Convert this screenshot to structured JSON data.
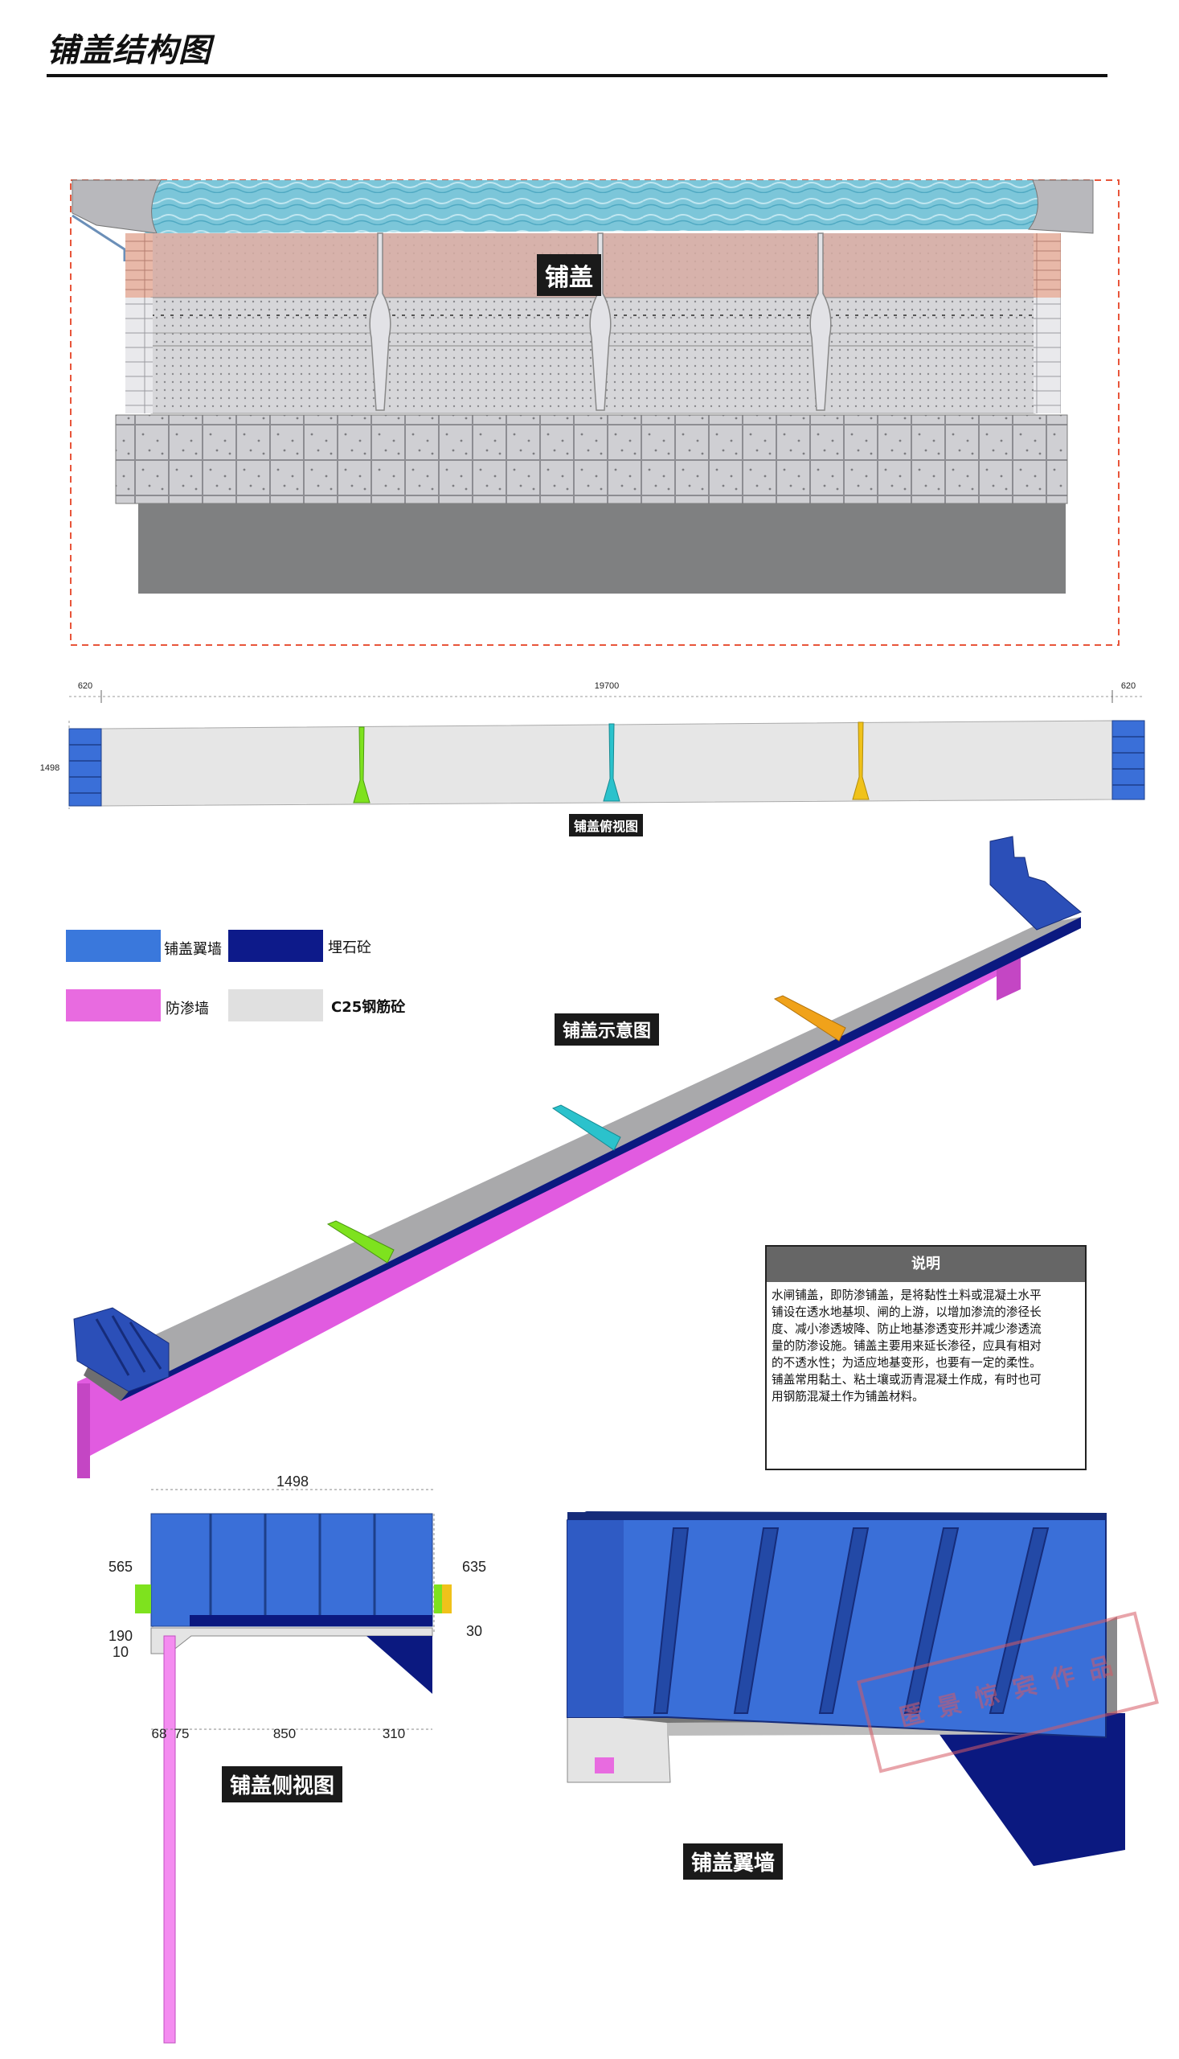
{
  "page": {
    "title": "铺盖结构图"
  },
  "elevation": {
    "label": "铺盖"
  },
  "plan": {
    "caption": "铺盖俯视图",
    "dims": {
      "left": "620",
      "middle": "19700",
      "right": "620",
      "height": "1498"
    }
  },
  "legend": [
    {
      "label": "铺盖翼墙",
      "color": "#3a78dc"
    },
    {
      "label": "埋石砼",
      "color": "#0d1a8a"
    },
    {
      "label": "防渗墙",
      "color": "#e86be0"
    },
    {
      "label": "C25钢筋砼",
      "color": "#e0e0e0"
    }
  ],
  "iso": {
    "caption": "铺盖示意图"
  },
  "note": {
    "title": "说明",
    "lines": [
      "水闸铺盖，即防渗铺盖，是将黏性土料或混凝土水平",
      "铺设在透水地基坝、闸的上游，以增加渗流的渗径长",
      "度、减小渗透坡降、防止地基渗透变形并减少渗透流",
      "量的防渗设施。铺盖主要用来延长渗径，应具有相对",
      "的不透水性；为适应地基变形，也要有一定的柔性。",
      "铺盖常用黏土、粘土壤或沥青混凝土作成，有时也可",
      "用钢筋混凝土作为铺盖材料。"
    ]
  },
  "side": {
    "caption": "铺盖侧视图",
    "dims": {
      "top": "1498",
      "left_h": "565",
      "right_h": "635",
      "slab": "190",
      "slab2": "10",
      "step": "30",
      "b1": "68",
      "b2": "75",
      "b3": "850",
      "b4": "310"
    }
  },
  "wing": {
    "caption": "铺盖翼墙"
  },
  "watermark": {
    "text": "匿 景 惊 宾 作 品"
  },
  "colors": {
    "wing_blue": "#3a6fd8",
    "dark_blue": "#0b1980",
    "magenta": "#e15be0",
    "concrete": "#d9d9d9",
    "green": "#7ee21e",
    "cyan": "#2bc2cc",
    "gold": "#f0c21a"
  }
}
